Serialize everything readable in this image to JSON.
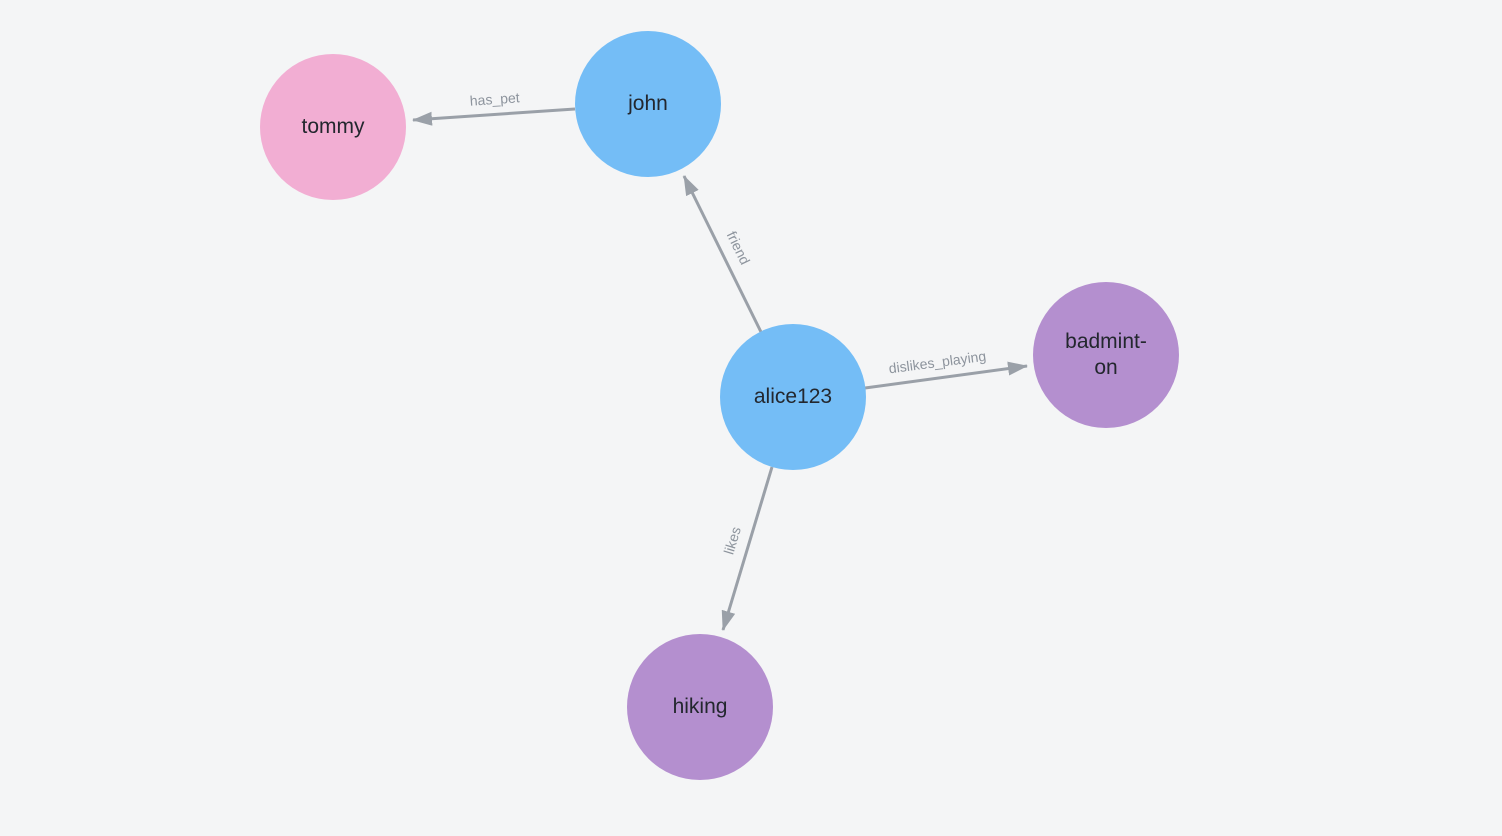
{
  "canvas": {
    "background_color": "#f4f5f6"
  },
  "palette": {
    "person_node_fill": "#74bdf6",
    "pet_node_fill": "#f2aed3",
    "hobby_node_fill": "#b48fcf",
    "edge_line_color": "#9aa0a8",
    "edge_label_color": "#8d949d",
    "node_text_color": "#23272e"
  },
  "graph": {
    "nodes": [
      {
        "id": "tommy",
        "label": "tommy",
        "type": "pet"
      },
      {
        "id": "john",
        "label": "john",
        "type": "person"
      },
      {
        "id": "alice123",
        "label": "alice123",
        "type": "person"
      },
      {
        "id": "badminton",
        "label": "badmint-\non",
        "type": "hobby"
      },
      {
        "id": "hiking",
        "label": "hiking",
        "type": "hobby"
      }
    ],
    "edges": [
      {
        "label": "has_pet",
        "from": "john",
        "to": "tommy"
      },
      {
        "label": "friend",
        "from": "alice123",
        "to": "john"
      },
      {
        "label": "dislikes_playing",
        "from": "alice123",
        "to": "badminton"
      },
      {
        "label": "likes",
        "from": "alice123",
        "to": "hiking"
      }
    ]
  }
}
